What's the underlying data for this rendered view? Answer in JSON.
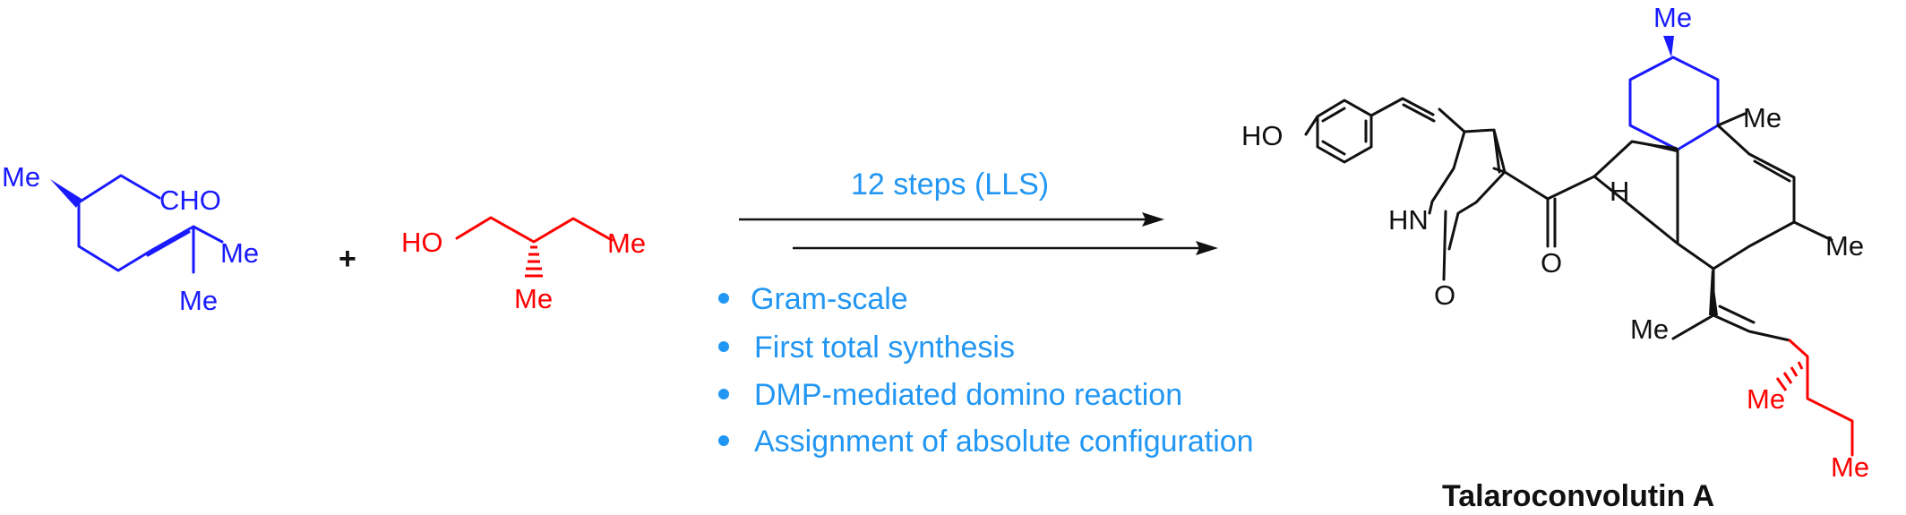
{
  "reactant1": {
    "me_label": "Me",
    "cho_label": "CHO",
    "me_top_label": "Me",
    "me_bottom_label": "Me",
    "color": "#1a1aff"
  },
  "plus": "+",
  "reactant2": {
    "ho_label": "HO",
    "me_right_label": "Me",
    "me_down_label": "Me",
    "color": "#ff0000"
  },
  "arrow": {
    "top_label": "12 steps (LLS)",
    "color": "#2196f3"
  },
  "highlights": [
    "Gram-scale",
    "First total synthesis",
    "DMP-mediated domino reaction",
    "Assignment of absolute configuration"
  ],
  "product": {
    "name": "Talaroconvolutin A",
    "ho_label": "HO",
    "hn_label": "HN",
    "o_lactam_label": "O",
    "o_ketone_label": "O",
    "h_label": "H",
    "me_top_label": "Me",
    "me_quat_label": "Me",
    "me_ring_label": "Me",
    "me_vinyl_label": "Me",
    "me_red_label": "Me",
    "me_end_label": "Me"
  }
}
